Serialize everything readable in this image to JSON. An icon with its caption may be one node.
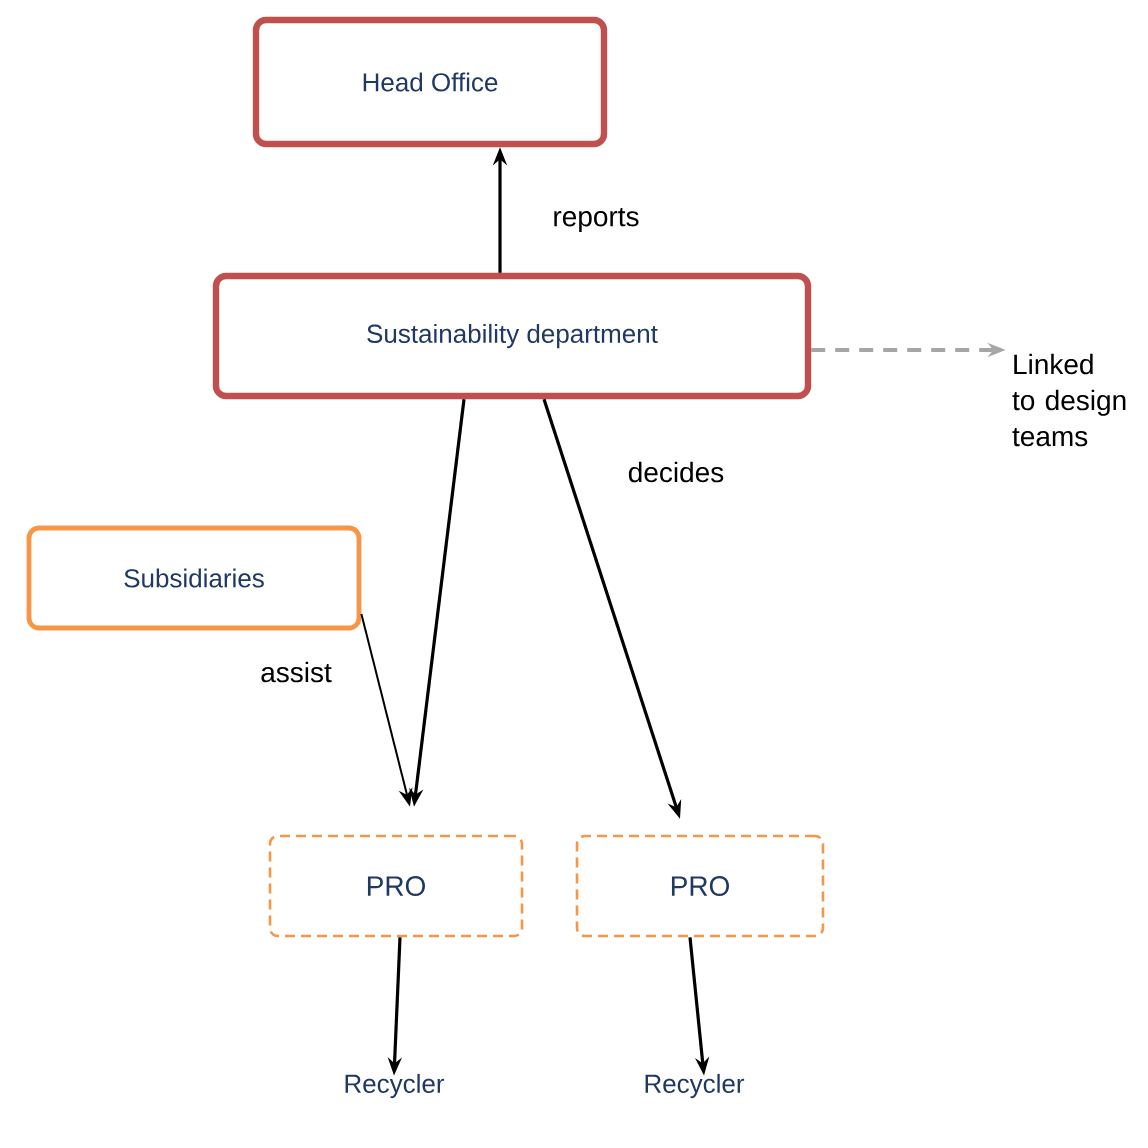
{
  "diagram": {
    "nodes": [
      {
        "text": [
          "Head Office"
        ]
      },
      {
        "text": [
          "Sustainability department"
        ]
      },
      {
        "text": [
          "Linked to design teams"
        ]
      },
      {
        "text": [
          "Subsidiaries"
        ]
      },
      {
        "text": [
          "PRO"
        ]
      },
      {
        "text": [
          "PRO"
        ]
      },
      {
        "text": [
          "Recycler"
        ]
      },
      {
        "text": [
          "Recycler"
        ]
      }
    ],
    "edges": [
      {
        "from": 1,
        "to": 0,
        "arrow": "to",
        "label": "reports"
      },
      {
        "from": 1,
        "to": 2,
        "arrow": "to",
        "style": "dashed",
        "color": "#a6a6a6"
      },
      {
        "from": 1,
        "to": 4,
        "arrow": "to"
      },
      {
        "from": 1,
        "to": 5,
        "arrow": "to",
        "label": "decides"
      },
      {
        "from": 3,
        "to": 4,
        "arrow": "to",
        "label": "assist"
      },
      {
        "from": 4,
        "to": 6,
        "arrow": "to"
      },
      {
        "from": 5,
        "to": 7,
        "arrow": "to"
      }
    ]
  }
}
